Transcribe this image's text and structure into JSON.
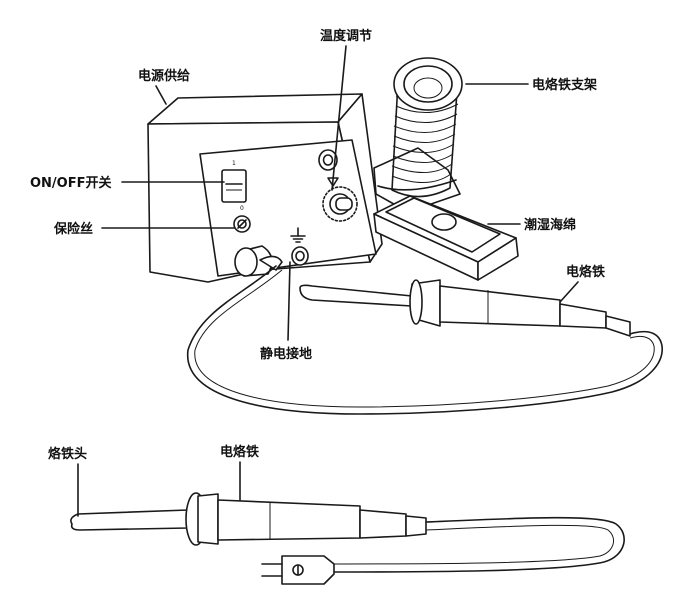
{
  "labels": {
    "power_supply": "电源供给",
    "temp_adjust": "温度调节",
    "iron_stand": "电烙铁支架",
    "on_off_switch": "ON/OFF开关",
    "fuse": "保险丝",
    "wet_sponge": "潮湿海绵",
    "iron_upper": "电烙铁",
    "esd_ground": "静电接地",
    "iron_tip": "烙铁头",
    "iron_lower": "电烙铁"
  },
  "switch_marks": {
    "on": "1",
    "off": "0"
  }
}
